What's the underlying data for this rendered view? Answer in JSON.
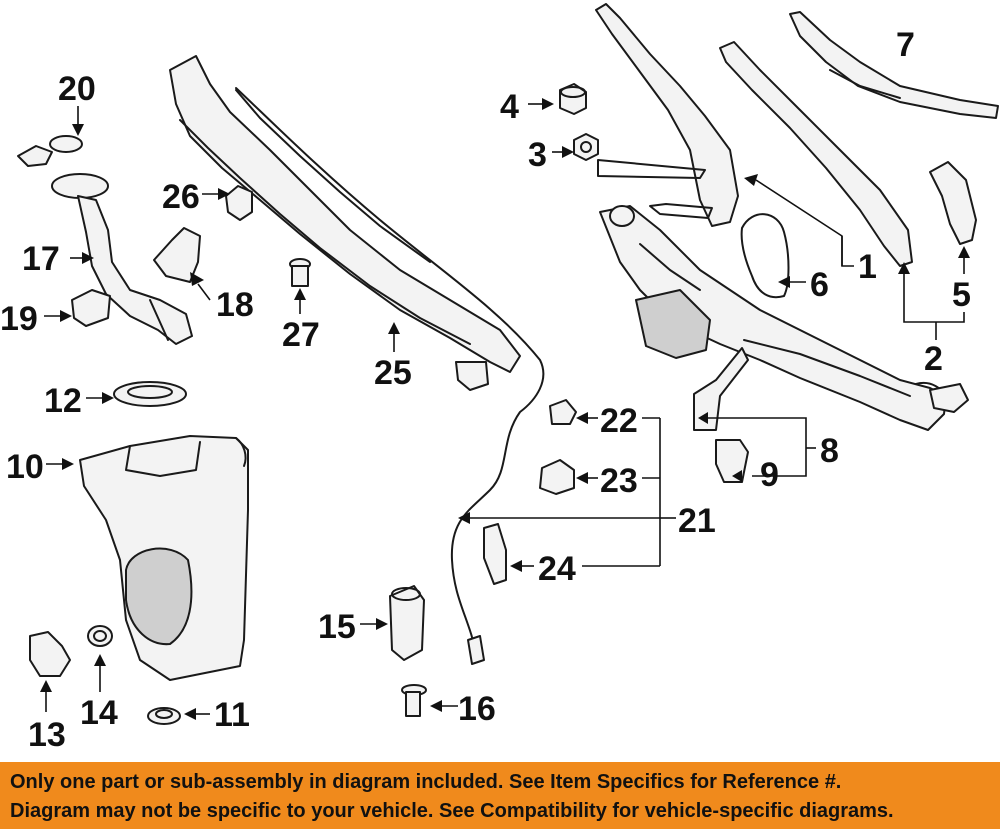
{
  "callouts": {
    "c1": "1",
    "c2": "2",
    "c3": "3",
    "c4": "4",
    "c5": "5",
    "c6": "6",
    "c7": "7",
    "c8": "8",
    "c9": "9",
    "c10": "10",
    "c11": "11",
    "c12": "12",
    "c13": "13",
    "c14": "14",
    "c15": "15",
    "c16": "16",
    "c17": "17",
    "c18": "18",
    "c19": "19",
    "c20": "20",
    "c21": "21",
    "c22": "22",
    "c23": "23",
    "c24": "24",
    "c25": "25",
    "c26": "26",
    "c27": "27"
  },
  "disclaimer": {
    "line1": "Only one part or sub-assembly in diagram included. See Item Specifics for Reference #.",
    "line2": "Diagram may not be specific to your vehicle. See Compatibility for vehicle-specific diagrams."
  },
  "colors": {
    "banner": "#f08a1c",
    "ink": "#111111"
  }
}
